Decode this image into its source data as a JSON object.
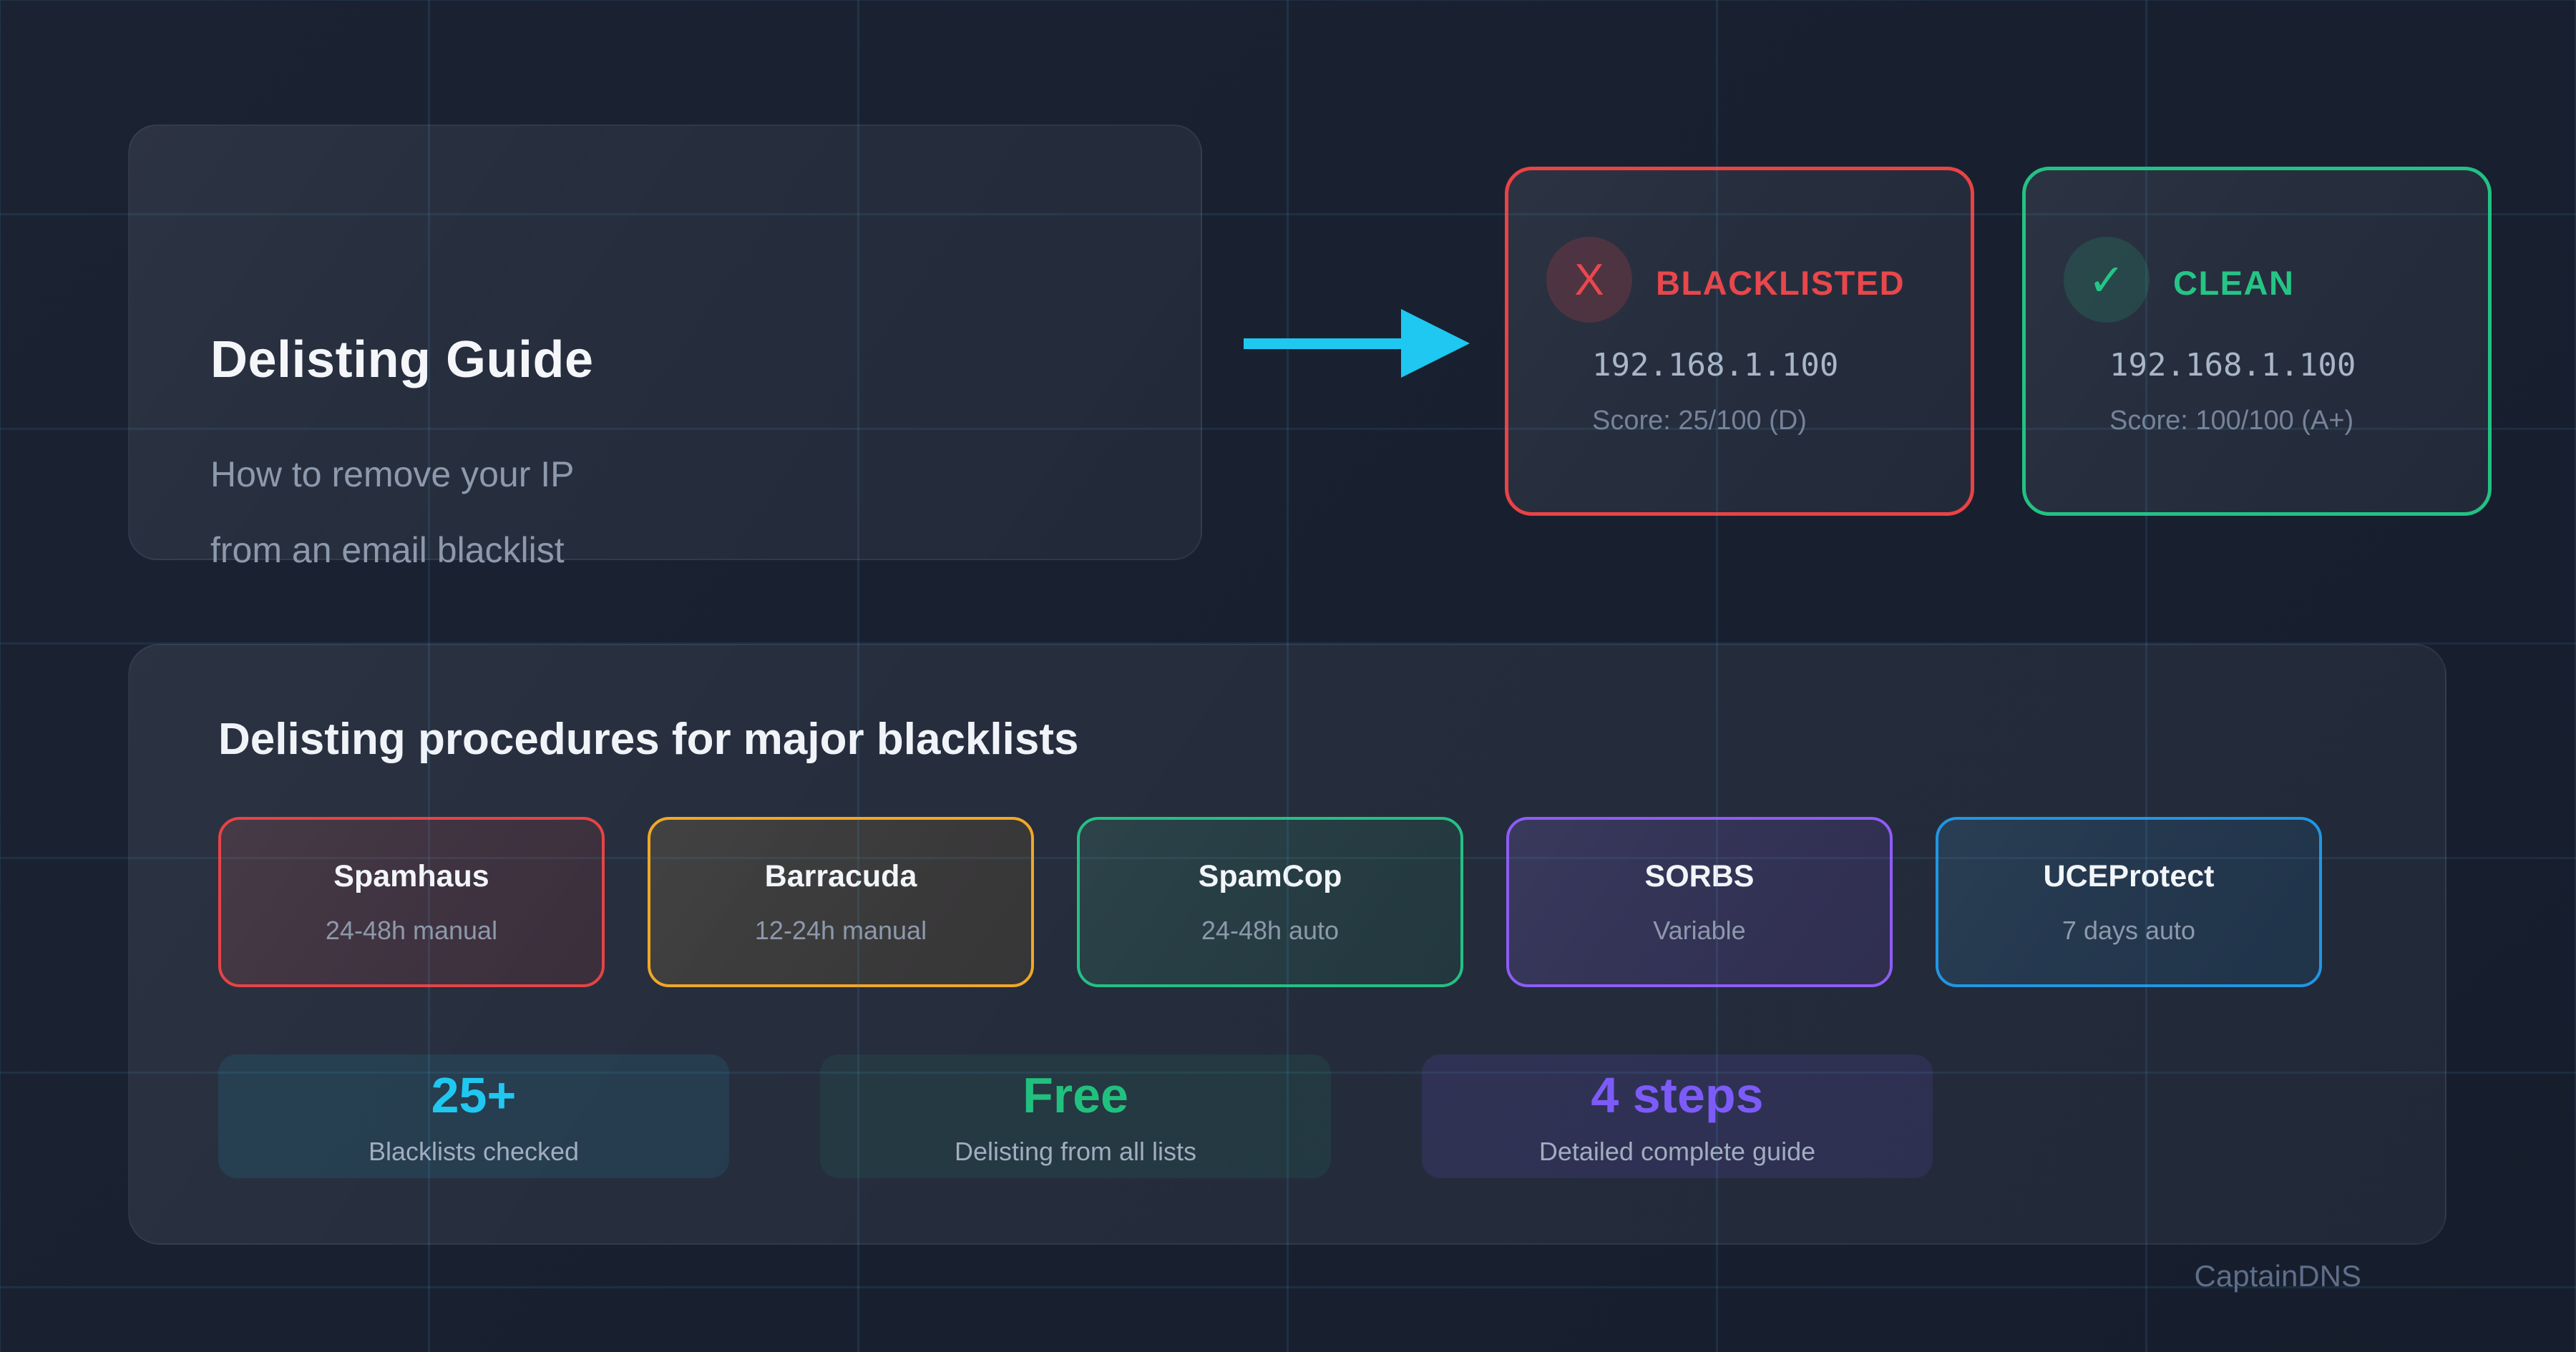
{
  "page": {
    "brand": "CaptainDNS"
  },
  "hero": {
    "title": "Delisting Guide",
    "subtitle_line1": "How to remove your IP",
    "subtitle_line2": "from an email blacklist"
  },
  "icons": {
    "x": "X",
    "check": "✓",
    "arrow": "right-arrow"
  },
  "status_cards": [
    {
      "state": "BLACKLISTED",
      "ip": "192.168.1.100",
      "score": "Score: 25/100 (D)",
      "accent": "#e84345"
    },
    {
      "state": "CLEAN",
      "ip": "192.168.1.100",
      "score": "Score: 100/100 (A+)",
      "accent": "#23c183"
    }
  ],
  "procedures": {
    "title": "Delisting procedures for major blacklists",
    "blacklists": [
      {
        "name": "Spamhaus",
        "time": "24-48h manual",
        "accent": "#e84345"
      },
      {
        "name": "Barracuda",
        "time": "12-24h manual",
        "accent": "#f0a825"
      },
      {
        "name": "SpamCop",
        "time": "24-48h auto",
        "accent": "#23c183"
      },
      {
        "name": "SORBS",
        "time": "Variable",
        "accent": "#8e5cf6"
      },
      {
        "name": "UCEProtect",
        "time": "7 days auto",
        "accent": "#2196e2"
      }
    ],
    "stats": [
      {
        "value": "25+",
        "label": "Blacklists checked",
        "accent": "#1fc8f0"
      },
      {
        "value": "Free",
        "label": "Delisting from all lists",
        "accent": "#21c07e"
      },
      {
        "value": "4 steps",
        "label": "Detailed complete guide",
        "accent": "#7d5bf8"
      }
    ]
  }
}
